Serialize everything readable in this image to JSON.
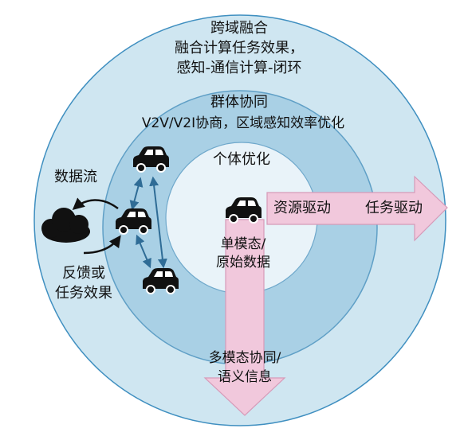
{
  "outer_ring": {
    "title": "跨域融合",
    "line2": "融合计算任务效果，",
    "line3": "感知-通信计算-闭环"
  },
  "middle_ring": {
    "title": "群体协同",
    "subtitle": "V2V/V2I协商，区域感知效率优化"
  },
  "inner_circle": {
    "title": "个体优化",
    "label_line1": "单模态/",
    "label_line2": "原始数据"
  },
  "right_arrow": {
    "label_left": "资源驱动",
    "label_right": "任务驱动"
  },
  "down_arrow": {
    "line1": "多模态协同/",
    "line2": "语义信息"
  },
  "left_side": {
    "data_flow": "数据流",
    "feedback_line1": "反馈或",
    "feedback_line2": "任务效果"
  },
  "colors": {
    "outer": "#cfe6f1",
    "middle": "#a9d0e5",
    "inner": "#e9f3f9",
    "arrow_fill": "#f1c8dc",
    "arrow_stroke": "#d69ab8",
    "link": "#2f6c96",
    "cloud": "#111111",
    "car": "#111111"
  },
  "icons": [
    "car-icon",
    "cloud-icon"
  ]
}
